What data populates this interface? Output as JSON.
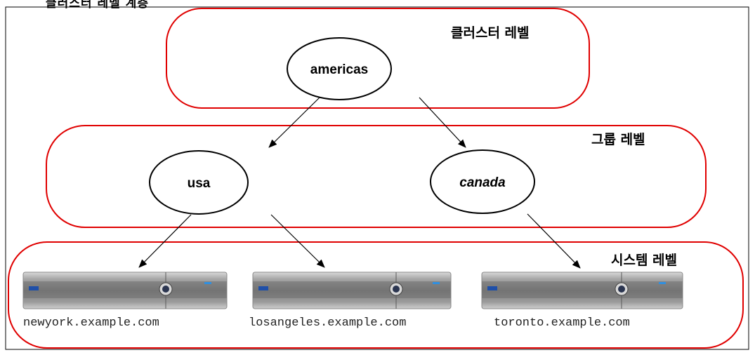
{
  "header_cut_text": "클러스터 레벨 계층",
  "levels": {
    "cluster": "클러스터 레벨",
    "group": "그룹 레벨",
    "system": "시스템 레벨"
  },
  "nodes": {
    "cluster": "americas",
    "group_usa": "usa",
    "group_canada": "canada"
  },
  "hosts": [
    "newyork.example.com",
    "losangeles.example.com",
    "toronto.example.com"
  ],
  "colors": {
    "level_border": "#e00000",
    "node_border": "#000000"
  },
  "icons": {
    "server": "rack-server-icon"
  }
}
